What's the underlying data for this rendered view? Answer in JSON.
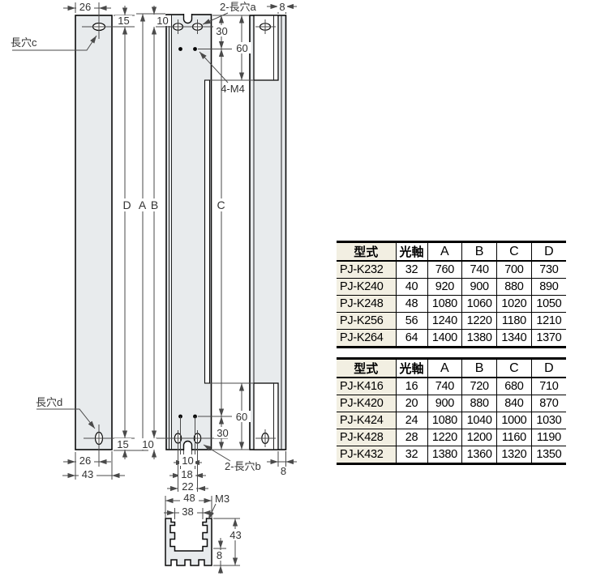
{
  "drawing": {
    "dims": {
      "d26": "26",
      "d15": "15",
      "d10": "10",
      "d8": "8",
      "d30": "30",
      "d60": "60",
      "d43": "43",
      "d18": "18",
      "d22": "22",
      "d48": "48",
      "d38": "38",
      "A": "A",
      "B": "B",
      "C": "C",
      "D": "D"
    },
    "labels": {
      "slot_c": "長穴c",
      "slot_d": "長穴d",
      "slots_a": "2-長穴a",
      "slots_b": "2-長穴b",
      "m4": "4-M4",
      "m3": "M3"
    },
    "colors": {
      "body_fill": "#e8ebed",
      "line": "#4a4a4a",
      "outline": "#0a0a0a"
    }
  },
  "tables": [
    {
      "headers": [
        "型式",
        "光軸",
        "A",
        "B",
        "C",
        "D"
      ],
      "rows": [
        [
          "PJ-K232",
          "32",
          "760",
          "740",
          "700",
          "730"
        ],
        [
          "PJ-K240",
          "40",
          "920",
          "900",
          "880",
          "890"
        ],
        [
          "PJ-K248",
          "48",
          "1080",
          "1060",
          "1020",
          "1050"
        ],
        [
          "PJ-K256",
          "56",
          "1240",
          "1220",
          "1180",
          "1210"
        ],
        [
          "PJ-K264",
          "64",
          "1400",
          "1380",
          "1340",
          "1370"
        ]
      ]
    },
    {
      "headers": [
        "型式",
        "光軸",
        "A",
        "B",
        "C",
        "D"
      ],
      "rows": [
        [
          "PJ-K416",
          "16",
          "740",
          "720",
          "680",
          "710"
        ],
        [
          "PJ-K420",
          "20",
          "900",
          "880",
          "840",
          "870"
        ],
        [
          "PJ-K424",
          "24",
          "1080",
          "1040",
          "1000",
          "1030"
        ],
        [
          "PJ-K428",
          "28",
          "1220",
          "1200",
          "1160",
          "1190"
        ],
        [
          "PJ-K432",
          "32",
          "1380",
          "1360",
          "1320",
          "1350"
        ]
      ]
    }
  ]
}
